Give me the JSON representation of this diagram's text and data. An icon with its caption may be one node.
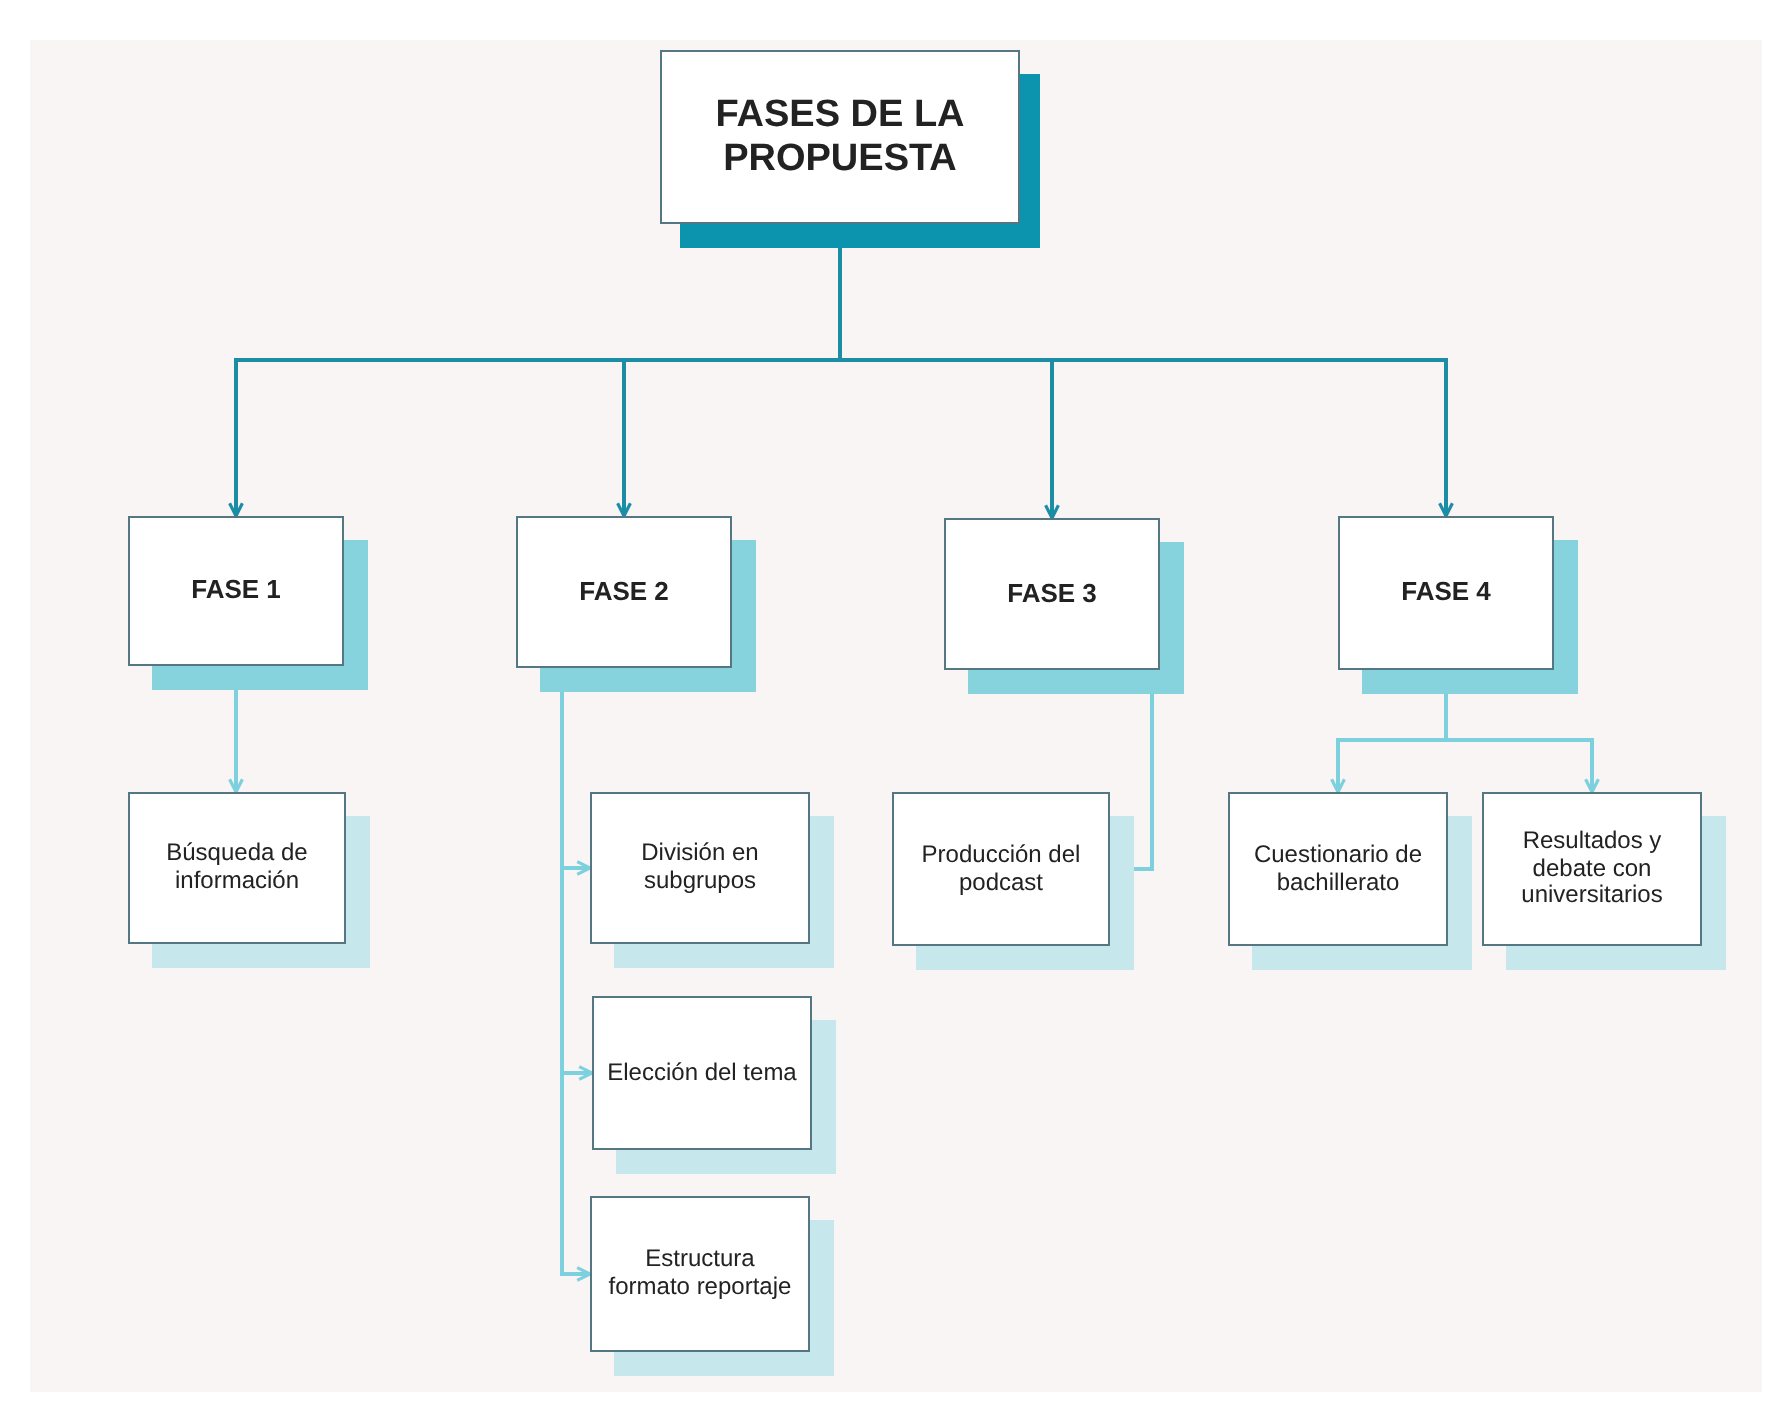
{
  "diagram": {
    "nodes": [
      {
        "text": [
          "FASES DE LA PROPUESTA"
        ]
      },
      {
        "text": [
          "FASE 1"
        ]
      },
      {
        "text": [
          "FASE 2"
        ]
      },
      {
        "text": [
          "FASE 3"
        ]
      },
      {
        "text": [
          "FASE 4"
        ]
      },
      {
        "text": [
          "Búsqueda de información"
        ]
      },
      {
        "text": [
          "División en subgrupos"
        ]
      },
      {
        "text": [
          "Elección del tema"
        ]
      },
      {
        "text": [
          "Estructura formato reportaje"
        ]
      },
      {
        "text": [
          "Producción del podcast"
        ]
      },
      {
        "text": [
          "Cuestionario de bachillerato"
        ]
      },
      {
        "text": [
          "Resultados y debate con universitarios"
        ]
      }
    ],
    "edges": [
      {
        "from": 0,
        "to": 1,
        "arrow": "to",
        "color": "#1b8ea6"
      },
      {
        "from": 0,
        "to": 2,
        "arrow": "to",
        "color": "#1b8ea6"
      },
      {
        "from": 0,
        "to": 3,
        "arrow": "to",
        "color": "#1b8ea6"
      },
      {
        "from": 0,
        "to": 4,
        "arrow": "to",
        "color": "#1b8ea6"
      },
      {
        "from": 1,
        "to": 5,
        "arrow": "to"
      },
      {
        "from": 2,
        "to": 6,
        "arrow": "to"
      },
      {
        "from": 2,
        "to": 7,
        "arrow": "to"
      },
      {
        "from": 2,
        "to": 8,
        "arrow": "to"
      },
      {
        "from": 3,
        "to": 9,
        "arrow": "to"
      },
      {
        "from": 4,
        "to": 10,
        "arrow": "to"
      },
      {
        "from": 4,
        "to": 11,
        "arrow": "to"
      }
    ]
  }
}
